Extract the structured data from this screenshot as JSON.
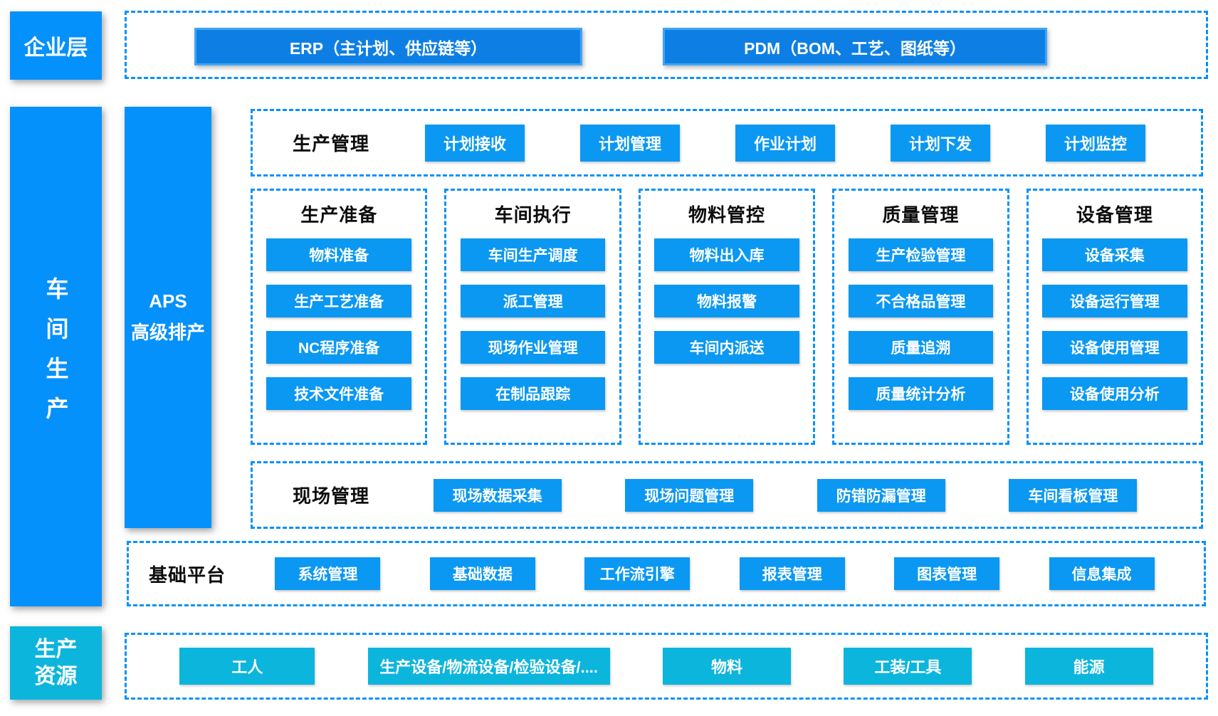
{
  "colors": {
    "azure": "#0591fb",
    "btn_blue": "#0a98f3",
    "deep_blue": "#0d7fe4",
    "deep_blue_border": "#41a5f5",
    "cyan": "#0cb5dc",
    "ink": "#0d0d0d"
  },
  "enterprise": {
    "side_label": "企业层",
    "systems": [
      {
        "label": "ERP（主计划、供应链等）"
      },
      {
        "label": "PDM（BOM、工艺、图纸等）"
      }
    ]
  },
  "workshop": {
    "side_label": "车间生产",
    "aps": {
      "line1": "APS",
      "line2": "高级排产"
    },
    "prod_mgmt": {
      "title": "生产管理",
      "items": [
        "计划接收",
        "计划管理",
        "作业计划",
        "计划下发",
        "计划监控"
      ]
    },
    "columns": [
      {
        "title": "生产准备",
        "items": [
          "物料准备",
          "生产工艺准备",
          "NC程序准备",
          "技术文件准备"
        ]
      },
      {
        "title": "车间执行",
        "items": [
          "车间生产调度",
          "派工管理",
          "现场作业管理",
          "在制品跟踪"
        ]
      },
      {
        "title": "物料管控",
        "items": [
          "物料出入库",
          "物料报警",
          "车间内派送"
        ]
      },
      {
        "title": "质量管理",
        "items": [
          "生产检验管理",
          "不合格品管理",
          "质量追溯",
          "质量统计分析"
        ]
      },
      {
        "title": "设备管理",
        "items": [
          "设备采集",
          "设备运行管理",
          "设备使用管理",
          "设备使用分析"
        ]
      }
    ],
    "field_mgmt": {
      "title": "现场管理",
      "items": [
        "现场数据采集",
        "现场问题管理",
        "防错防漏管理",
        "车间看板管理"
      ]
    },
    "platform": {
      "title": "基础平台",
      "items": [
        "系统管理",
        "基础数据",
        "工作流引擎",
        "报表管理",
        "图表管理",
        "信息集成"
      ]
    }
  },
  "resources": {
    "side_label_line1": "生产",
    "side_label_line2": "资源",
    "items": [
      "工人",
      "生产设备/物流设备/检验设备/....",
      "物料",
      "工装/工具",
      "能源"
    ]
  }
}
